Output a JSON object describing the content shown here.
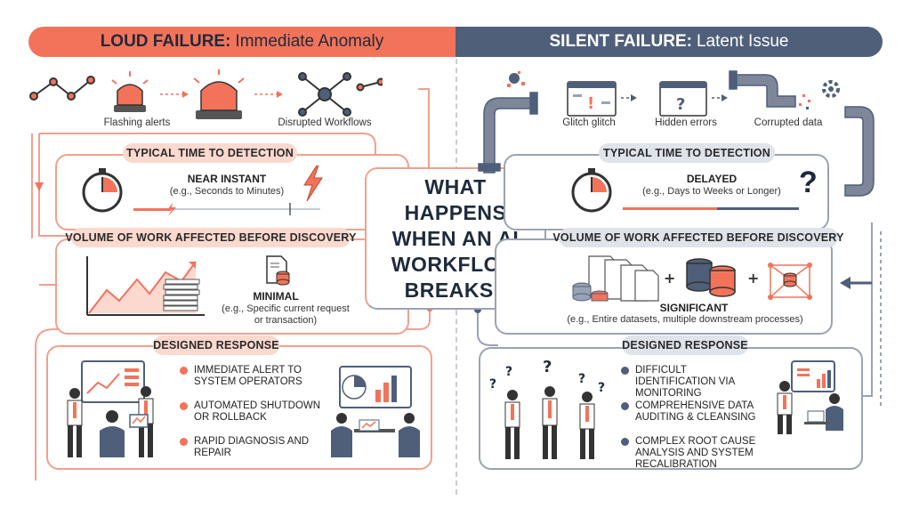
{
  "loud": {
    "title_bold": "LOUD FAILURE:",
    "title_rest": "Immediate Anomaly",
    "flow_labels": [
      "Flashing alerts",
      "Disrupted Workflows"
    ],
    "detection": {
      "label": "TYPICAL TIME TO DETECTION",
      "headline": "NEAR INSTANT",
      "detail": "(e.g., Seconds to Minutes)"
    },
    "volume": {
      "label": "VOLUME OF WORK AFFECTED BEFORE DISCOVERY",
      "headline": "MINIMAL",
      "detail": "(e.g., Specific current request or transaction)"
    },
    "response": {
      "label": "DESIGNED RESPONSE",
      "items": [
        "Immediate alert to system operators",
        "Automated shutdown or rollback",
        "Rapid diagnosis and repair"
      ]
    }
  },
  "silent": {
    "title_bold": "SILENT FAILURE:",
    "title_rest": "Latent Issue",
    "flow_labels": [
      "Glitch glitch",
      "Hidden errors",
      "Corrupted data"
    ],
    "detection": {
      "label": "TYPICAL TIME TO DETECTION",
      "headline": "DELAYED",
      "detail": "(e.g., Days to Weeks or Longer)"
    },
    "volume": {
      "label": "VOLUME OF WORK AFFECTED BEFORE DISCOVERY",
      "headline": "SIGNIFICANT",
      "detail": "(e.g., Entire datasets, multiple downstream processes)"
    },
    "response": {
      "label": "DESIGNED RESPONSE",
      "items": [
        "Difficult identification via monitoring",
        "Comprehensive data auditing & cleansing",
        "Complex root cause analysis and system recalibration"
      ]
    }
  },
  "center": {
    "title": "WHAT HAPPENS WHEN AN AI WORKFLOW BREAKS?"
  },
  "colors": {
    "loud_accent": "#f2735a",
    "loud_light": "#fbd9cf",
    "silent_accent": "#4f5f7a",
    "silent_light": "#dfe3ea"
  }
}
